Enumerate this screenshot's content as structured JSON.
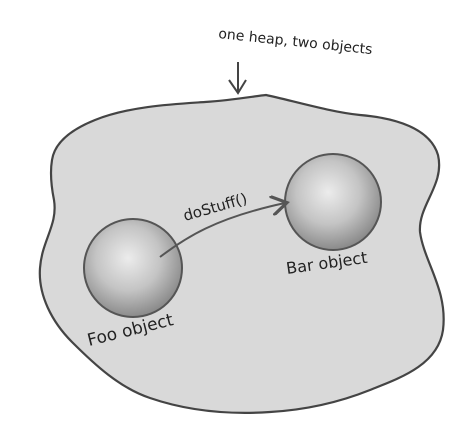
{
  "diagram": {
    "annotation": "one heap, two objects",
    "heap": {
      "fill": "#d9d9d9",
      "stroke": "#444444"
    },
    "objects": [
      {
        "id": "foo",
        "label": "Foo object",
        "fill": "#bdbdbd"
      },
      {
        "id": "bar",
        "label": "Bar object",
        "fill": "#bdbdbd"
      }
    ],
    "call": {
      "from": "foo",
      "to": "bar",
      "label": "doStuff()"
    }
  }
}
